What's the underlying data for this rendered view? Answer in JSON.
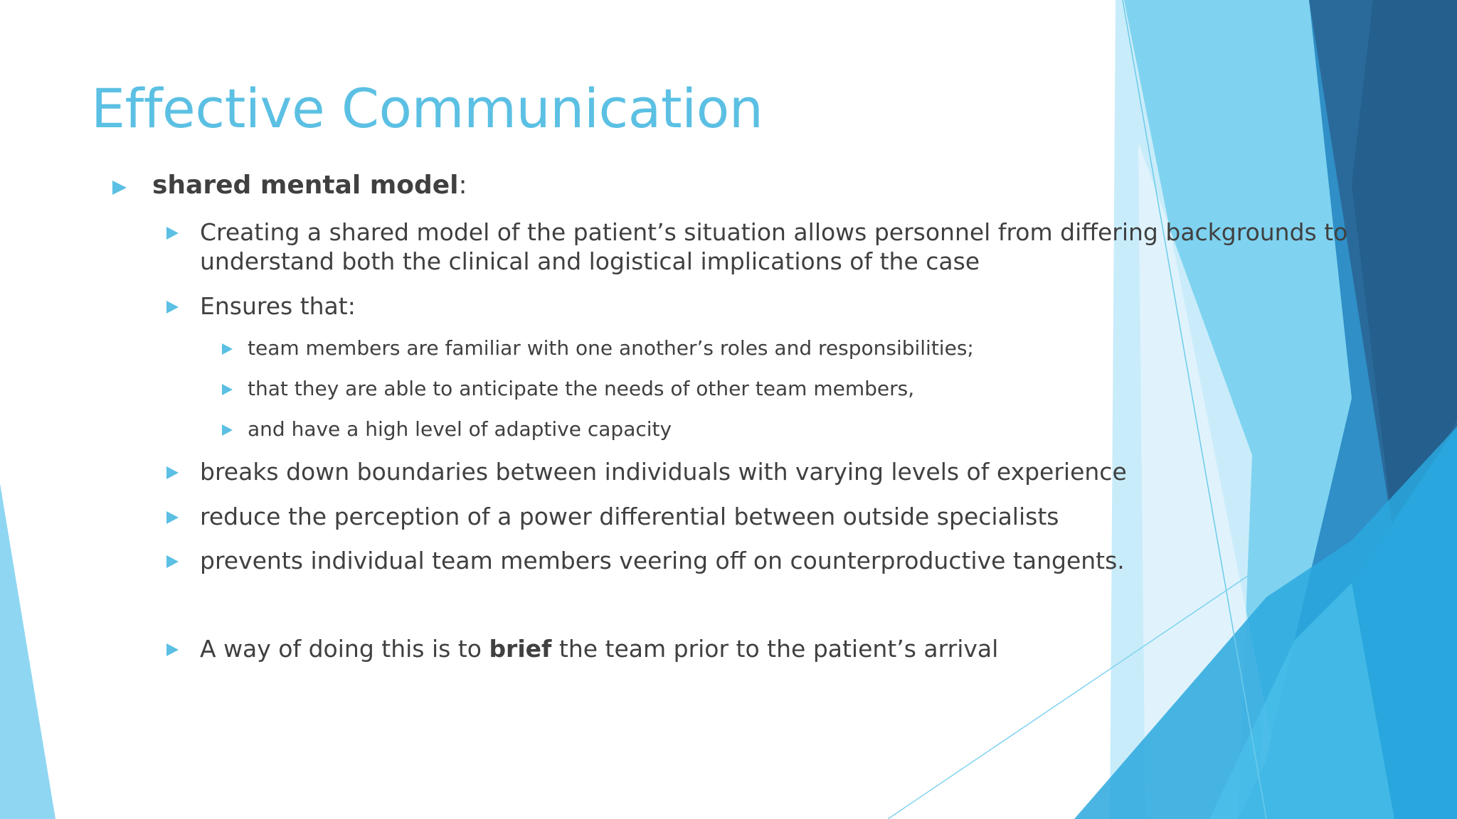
{
  "slide": {
    "title": "Effective Communication",
    "colors": {
      "accent": "#5bc0e3",
      "text": "#404040",
      "decor_dark": "#2a6a9a",
      "decor_mid": "#35a8dc"
    },
    "bullets": [
      {
        "bold": "shared mental model",
        "rest": ":"
      },
      {
        "line1": "Creating a shared model of the patient’s situation allows personnel from differing backgrounds to",
        "line2": "understand both the clinical and logistical implications of the case"
      },
      {
        "text": "Ensures that:"
      },
      {
        "text": " team members are familiar with one another’s roles and responsibilities;"
      },
      {
        "text": "that they are able to anticipate the needs of other team members,"
      },
      {
        "text": "and have a high level of adaptive capacity"
      },
      {
        "text": "breaks down boundaries between individuals with varying levels of experience"
      },
      {
        "text": "reduce the perception of a power differential between outside specialists"
      },
      {
        "text": "prevents individual team members veering off on counterproductive tangents."
      },
      {
        "before": "A way of doing this is to ",
        "bold": "brief",
        "after": " the team prior to the patient’s arrival"
      }
    ]
  }
}
